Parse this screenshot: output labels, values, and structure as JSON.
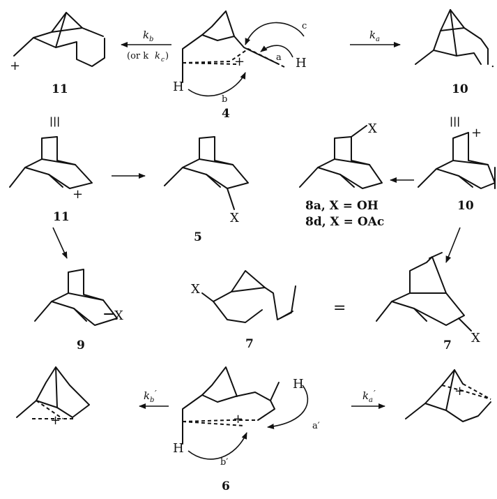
{
  "compounds": {
    "c11_top": "11",
    "c4": "4",
    "c10_top": "10",
    "c11_mid": "11",
    "c5": "5",
    "c8_line1": "8a, X = OH",
    "c8_line2": "8d, X = OAc",
    "c10_mid": "10",
    "c9": "9",
    "c7_left": "7",
    "c7_right": "7",
    "c6": "6"
  },
  "rates": {
    "kb": "k",
    "kb_sub": "b",
    "kc_note": "(or k",
    "kc_sub": "c",
    "kc_close": ")",
    "ka": "k",
    "ka_sub": "a",
    "kb_prime": "k",
    "kb_prime_sub": "b",
    "ka_prime": "k",
    "ka_prime_sub": "a",
    "prime": "′"
  },
  "atoms": {
    "H": "H",
    "X": "X",
    "plus": "+",
    "dot": "."
  },
  "arrow_labels": {
    "a": "a",
    "b": "b",
    "c": "c",
    "a_prime": "a′",
    "b_prime": "b′"
  },
  "equivalence": {
    "equiv": "|||",
    "equals": "="
  }
}
